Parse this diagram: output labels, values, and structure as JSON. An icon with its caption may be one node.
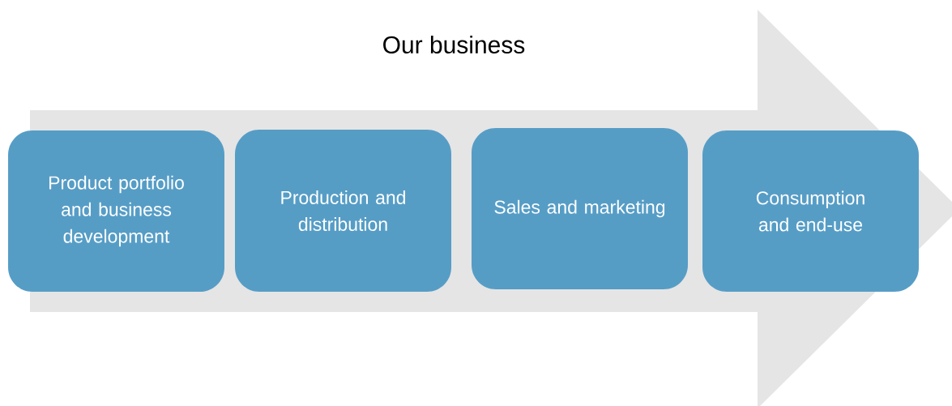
{
  "diagram": {
    "title": "Our business",
    "nodes": [
      {
        "text": [
          "Product portfolio and business development"
        ]
      },
      {
        "text": [
          "Production and distribution"
        ]
      },
      {
        "text": [
          "Sales and marketing"
        ]
      },
      {
        "text": [
          "Consumption and end-use"
        ]
      }
    ]
  }
}
